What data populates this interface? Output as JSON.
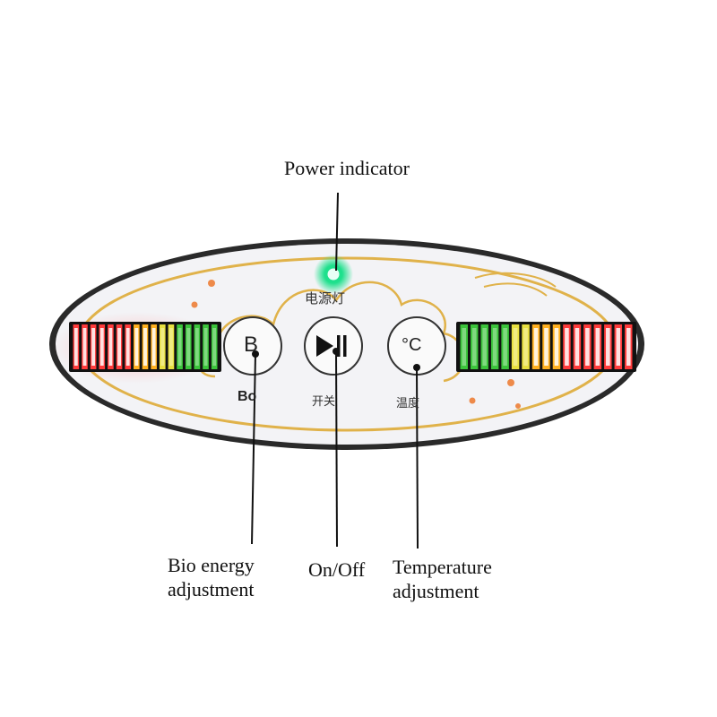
{
  "callouts": {
    "power": "Power indicator",
    "bio_line1": "Bio energy",
    "bio_line2": "adjustment",
    "onoff": "On/Off",
    "temp_line1": "Temperature",
    "temp_line2": "adjustment"
  },
  "panel": {
    "power_led_label": "电源灯",
    "buttons": {
      "bio": {
        "symbol": "B",
        "caption": "Bo"
      },
      "power": {
        "symbol": "▶||",
        "caption": "开关"
      },
      "temp": {
        "symbol": "°C",
        "caption": "温度"
      }
    },
    "led_bar_segments": 17,
    "power_led_color": "#1ee08c"
  },
  "colors": {
    "led_red": "#ff3b3b",
    "led_orange": "#ffb020",
    "led_yellow": "#e8e040",
    "led_green": "#3bc43b",
    "trim_gold": "#e0b24a"
  }
}
